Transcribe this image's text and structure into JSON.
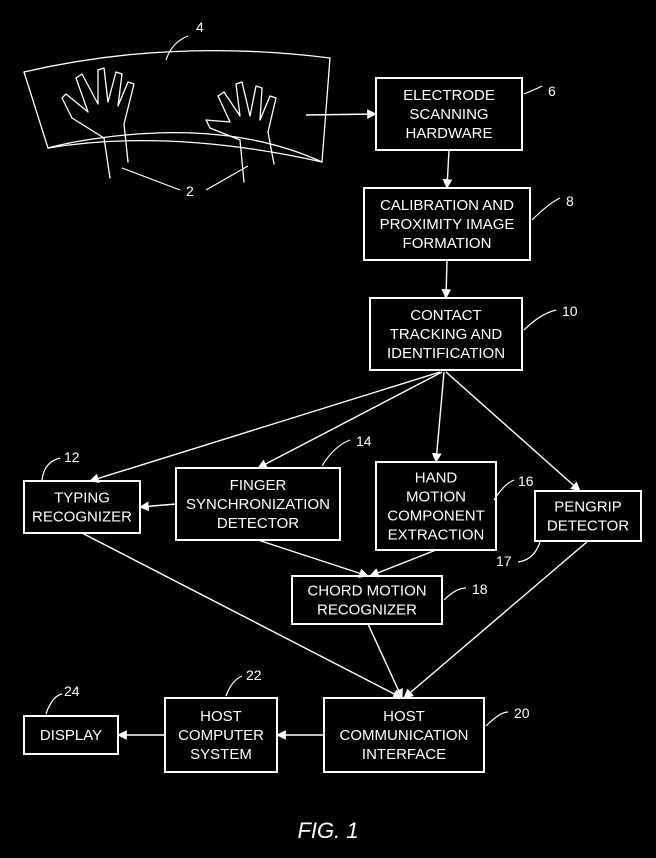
{
  "figure": {
    "caption": "FIG. 1",
    "surface_ref": "4",
    "hands_ref": "2"
  },
  "nodes": {
    "scan": {
      "ref": "6",
      "lines": [
        "ELECTRODE",
        "SCANNING",
        "HARDWARE"
      ]
    },
    "calib": {
      "ref": "8",
      "lines": [
        "CALIBRATION AND",
        "PROXIMITY IMAGE",
        "FORMATION"
      ]
    },
    "track": {
      "ref": "10",
      "lines": [
        "CONTACT",
        "TRACKING AND",
        "IDENTIFICATION"
      ]
    },
    "typing": {
      "ref": "12",
      "lines": [
        "TYPING",
        "RECOGNIZER"
      ]
    },
    "finger": {
      "ref": "14",
      "lines": [
        "FINGER",
        "SYNCHRONIZATION",
        "DETECTOR"
      ]
    },
    "hand": {
      "ref": "16",
      "lines": [
        "HAND",
        "MOTION",
        "COMPONENT",
        "EXTRACTION"
      ]
    },
    "pen": {
      "ref": "17",
      "lines": [
        "PENGRIP",
        "DETECTOR"
      ]
    },
    "chord": {
      "ref": "18",
      "lines": [
        "CHORD MOTION",
        "RECOGNIZER"
      ]
    },
    "comm": {
      "ref": "20",
      "lines": [
        "HOST",
        "COMMUNICATION",
        "INTERFACE"
      ]
    },
    "host": {
      "ref": "22",
      "lines": [
        "HOST",
        "COMPUTER",
        "SYSTEM"
      ]
    },
    "disp": {
      "ref": "24",
      "lines": [
        "DISPLAY"
      ]
    }
  },
  "edges": [
    [
      "surface",
      "scan"
    ],
    [
      "scan",
      "calib"
    ],
    [
      "calib",
      "track"
    ],
    [
      "track",
      "typing"
    ],
    [
      "track",
      "finger"
    ],
    [
      "track",
      "hand"
    ],
    [
      "track",
      "pen"
    ],
    [
      "finger",
      "typing"
    ],
    [
      "finger",
      "chord"
    ],
    [
      "hand",
      "chord"
    ],
    [
      "typing",
      "comm"
    ],
    [
      "chord",
      "comm"
    ],
    [
      "pen",
      "comm"
    ],
    [
      "comm",
      "host"
    ],
    [
      "host",
      "disp"
    ]
  ]
}
